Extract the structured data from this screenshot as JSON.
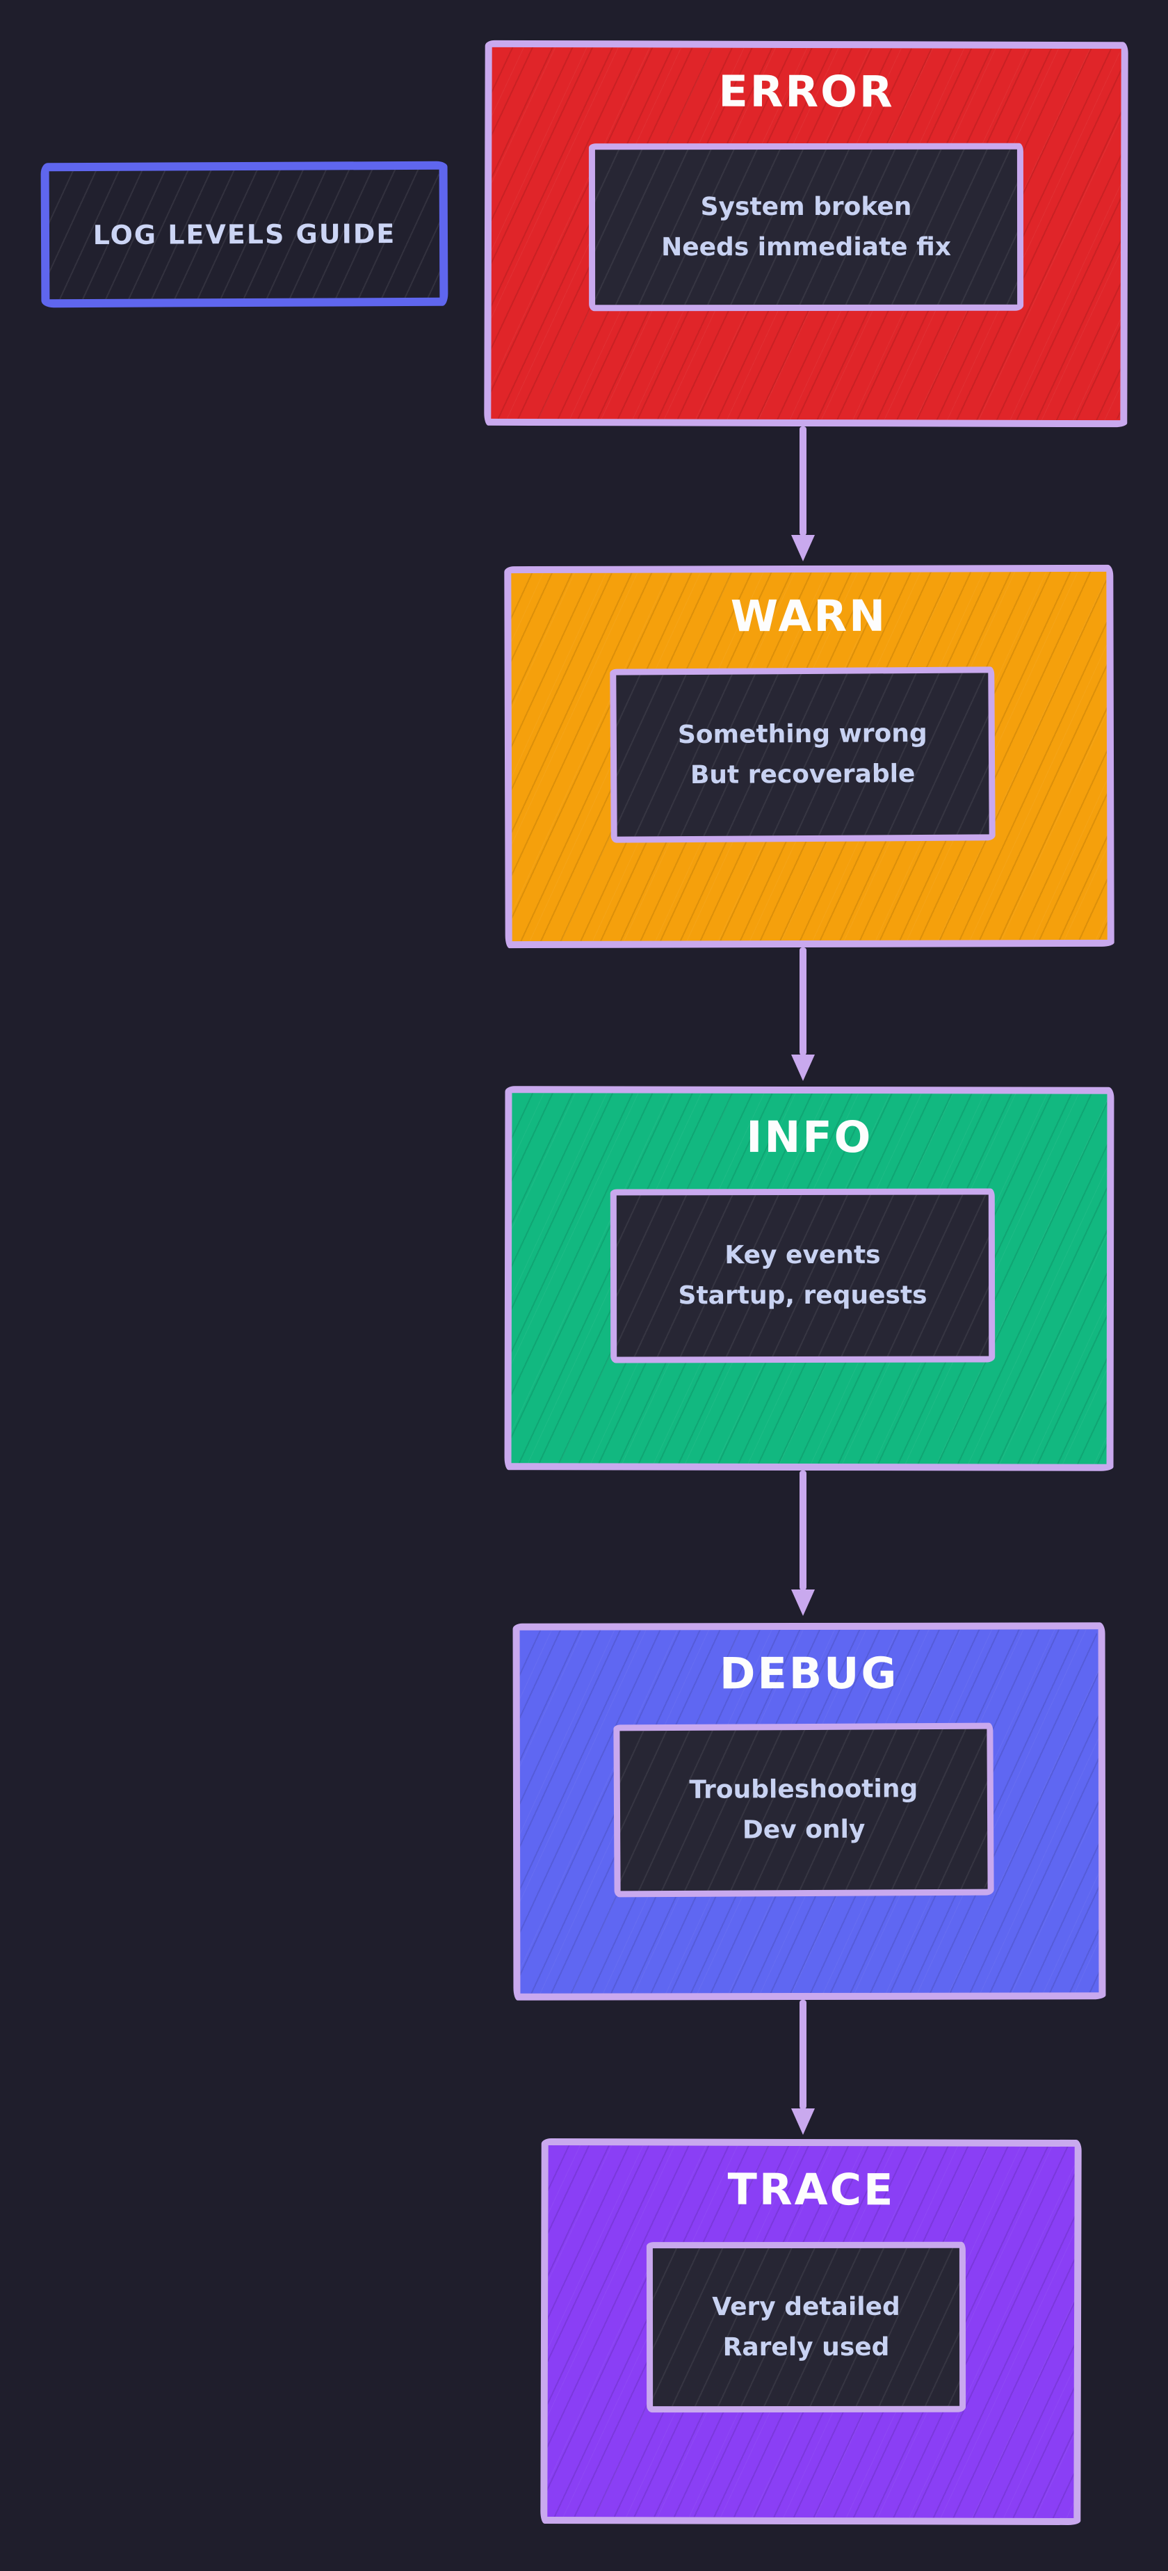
{
  "colors": {
    "background": "#1f1e2c",
    "stroke": "#c9a9ee",
    "title_text": "#fdfdfd",
    "inner_fill": "#272634",
    "inner_text": "#c8d2f2",
    "guide_border": "#5f66ee",
    "guide_fill": "#21202e",
    "guide_text": "#ccd5f5"
  },
  "guide": {
    "label": "LOG LEVELS GUIDE"
  },
  "levels": [
    {
      "name": "error",
      "title": "ERROR",
      "fill": "#e02529",
      "desc1": "System broken",
      "desc2": "Needs immediate fix"
    },
    {
      "name": "warn",
      "title": "WARN",
      "fill": "#f5a00c",
      "desc1": "Something wrong",
      "desc2": "But recoverable"
    },
    {
      "name": "info",
      "title": "INFO",
      "fill": "#12b880",
      "desc1": "Key events",
      "desc2": "Startup, requests"
    },
    {
      "name": "debug",
      "title": "DEBUG",
      "fill": "#5f67f2",
      "desc1": "Troubleshooting",
      "desc2": "Dev only"
    },
    {
      "name": "trace",
      "title": "TRACE",
      "fill": "#8a3ff5",
      "desc1": "Very detailed",
      "desc2": "Rarely used"
    }
  ],
  "arrows": [
    {
      "from": "ERROR",
      "to": "WARN"
    },
    {
      "from": "WARN",
      "to": "INFO"
    },
    {
      "from": "INFO",
      "to": "DEBUG"
    },
    {
      "from": "DEBUG",
      "to": "TRACE"
    }
  ]
}
